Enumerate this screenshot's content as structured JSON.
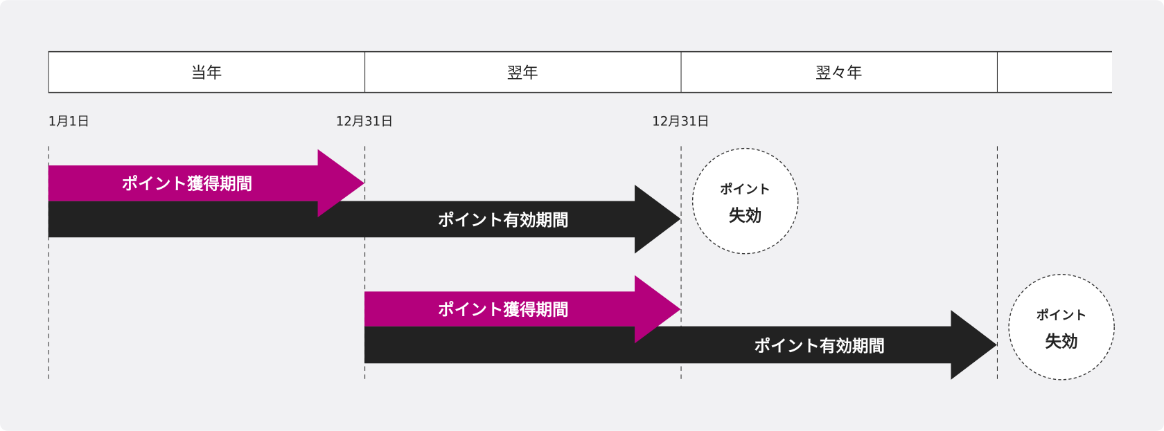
{
  "header": {
    "years": [
      "当年",
      "翌年",
      "翌々年",
      ""
    ]
  },
  "dates": [
    "1月1日",
    "12月31日",
    "12月31日"
  ],
  "rows": [
    {
      "earn_label": "ポイント獲得期間",
      "valid_label": "ポイント有効期間",
      "expire_line1": "ポイント",
      "expire_line2": "失効"
    },
    {
      "earn_label": "ポイント獲得期間",
      "valid_label": "ポイント有効期間",
      "expire_line1": "ポイント",
      "expire_line2": "失効"
    }
  ],
  "colors": {
    "earn": "#b4007c",
    "valid": "#222222",
    "background": "#f1f1f3"
  }
}
